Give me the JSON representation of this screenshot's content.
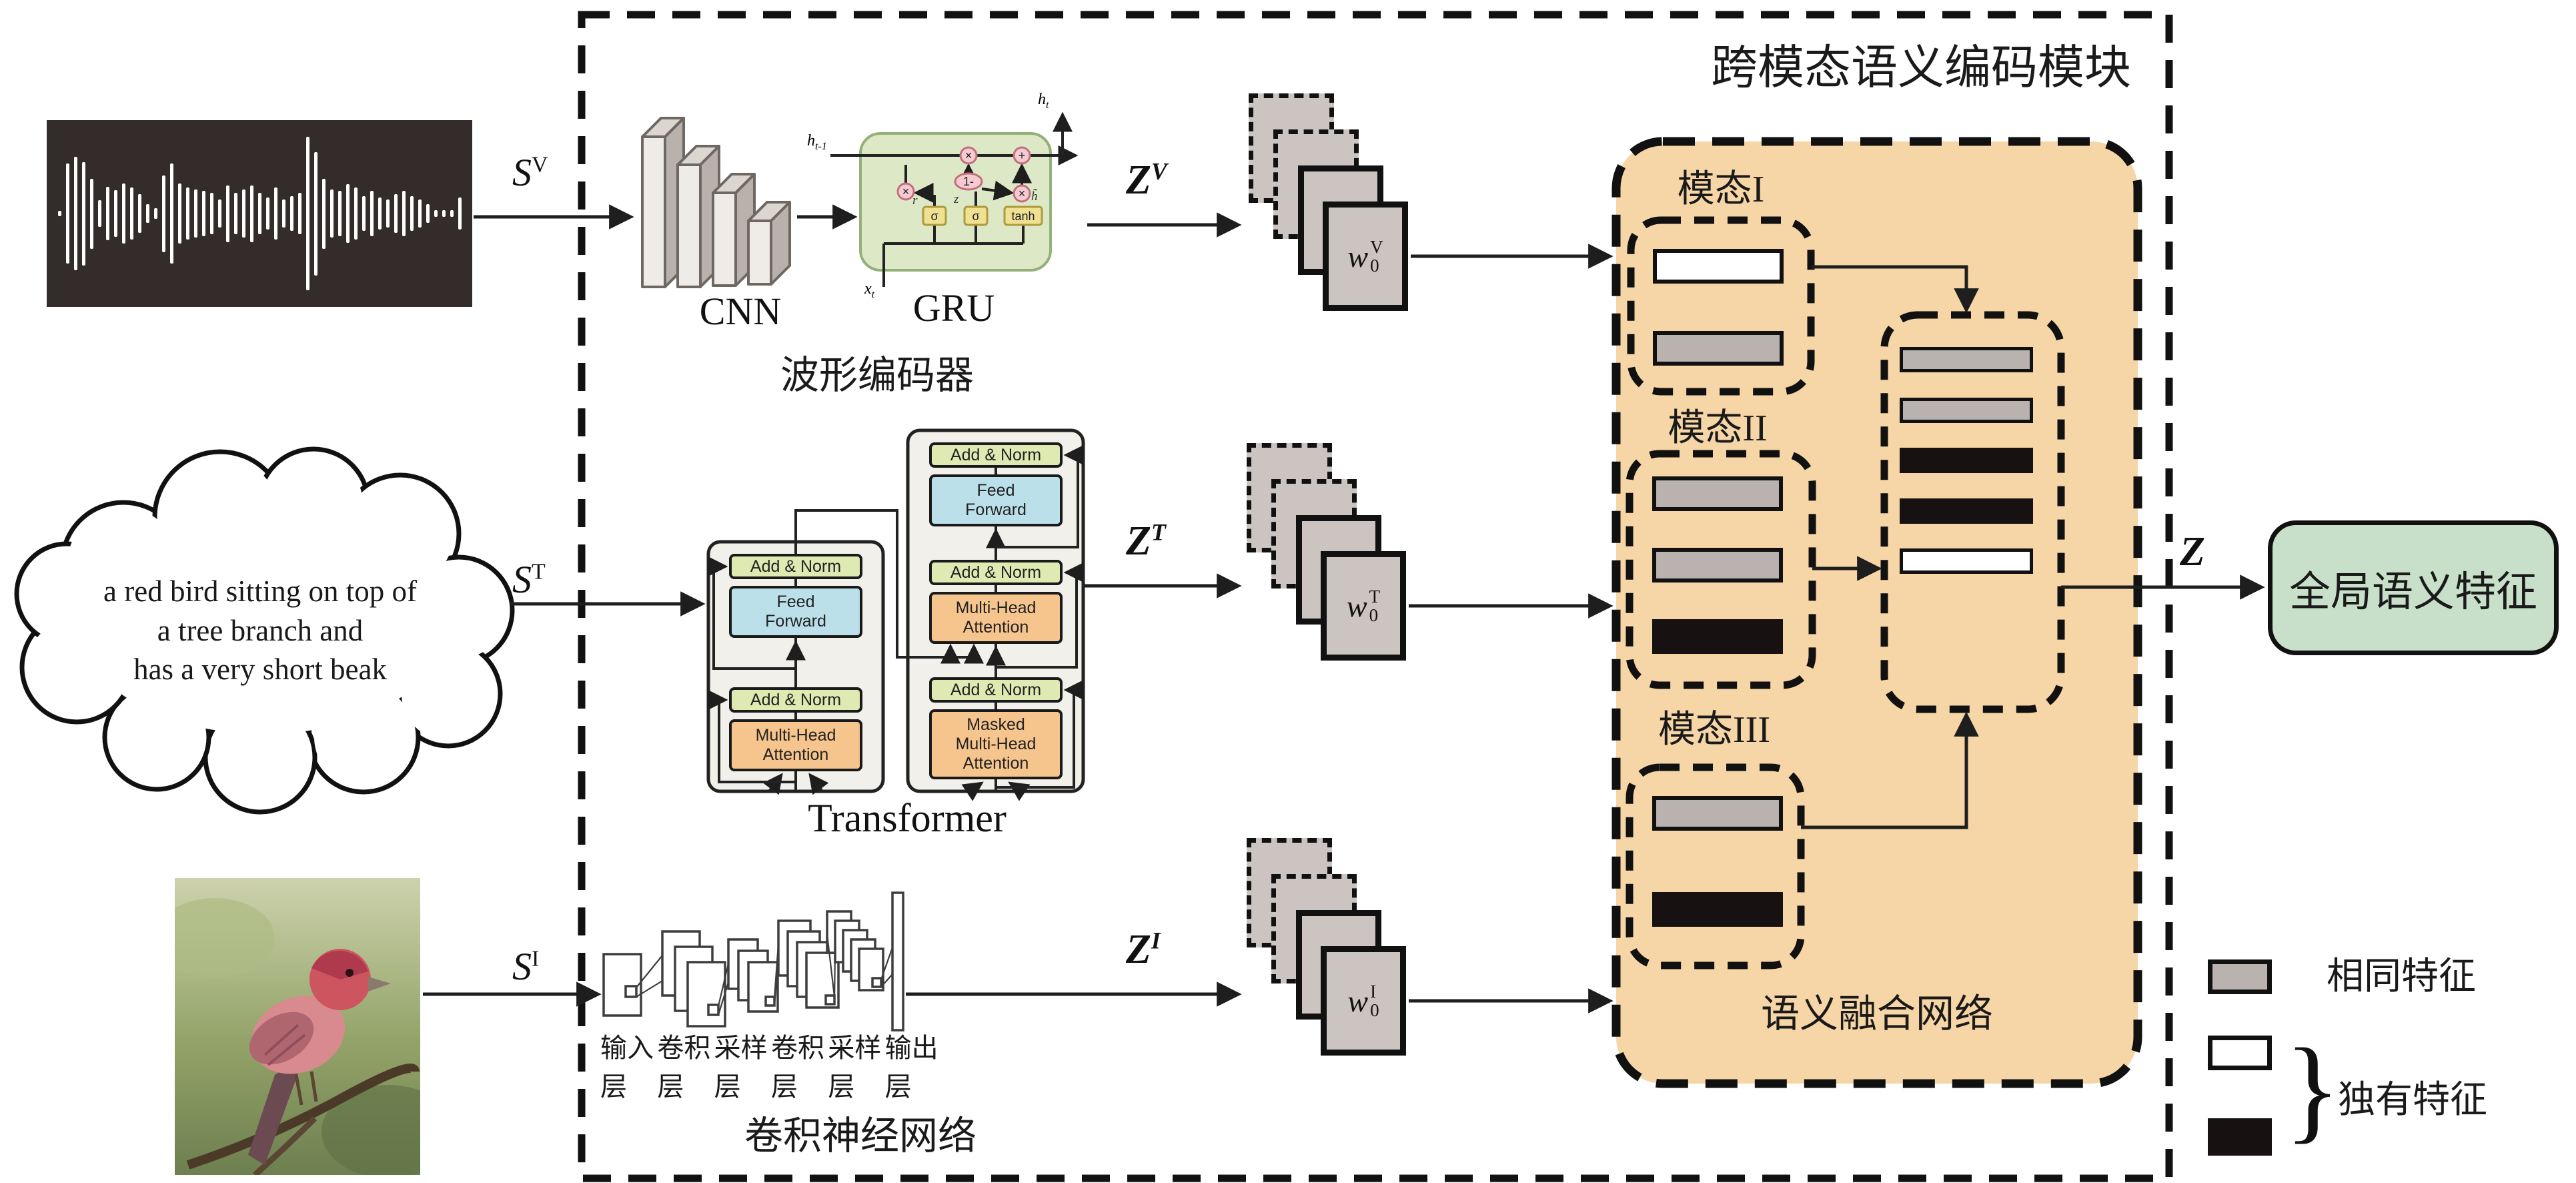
{
  "title": "跨模态语义编码模块",
  "sources": {
    "audio_label": {
      "base": "S",
      "sup": "V"
    },
    "text_label": {
      "base": "S",
      "sup": "T"
    },
    "image_label": {
      "base": "S",
      "sup": "I"
    },
    "text_line1": "a red bird sitting on top of",
    "text_line2": "a tree branch and",
    "text_line3": "has a very short beak"
  },
  "encoders": {
    "cnn": "CNN",
    "gru": "GRU",
    "waveform_encoder": "波形编码器",
    "transformer": "Transformer",
    "cnn_network": "卷积神经网络",
    "layer_labels": [
      "输入层",
      "卷积层",
      "采样层",
      "卷积层",
      "采样层",
      "输出层"
    ],
    "gru_labels": {
      "h_prev_base": "h",
      "h_prev_sub": "t-1",
      "h_t_base": "h",
      "h_t_sub": "t",
      "x_t_base": "x",
      "x_t_sub": "t",
      "r_t": "r",
      "z_t": "z",
      "h_tilde": "h̃",
      "sigma1": "σ",
      "sigma2": "σ",
      "tanh": "tanh",
      "one_minus": "1-",
      "mul": "×",
      "add": "+"
    },
    "blocks": {
      "add_norm": "Add & Norm",
      "feed_forward_1": "Feed",
      "feed_forward_2": "Forward",
      "mha_1": "Multi-Head",
      "mha_2": "Attention",
      "masked": "Masked"
    }
  },
  "features": {
    "zv": {
      "base": "Z",
      "sup": "V"
    },
    "zt": {
      "base": "Z",
      "sup": "T"
    },
    "zi": {
      "base": "Z",
      "sup": "I"
    },
    "z": "Z",
    "wv": {
      "base": "w",
      "sub": "0",
      "sup": "V"
    },
    "wt": {
      "base": "w",
      "sub": "0",
      "sup": "T"
    },
    "wi": {
      "base": "w",
      "sub": "0",
      "sup": "I"
    }
  },
  "fusion": {
    "modality1": "模态I",
    "modality2": "模态II",
    "modality3": "模态III",
    "network_label": "语义融合网络",
    "modality1_bars": [
      "white",
      "gray"
    ],
    "modality2_bars": [
      "gray",
      "gray",
      "black"
    ],
    "modality3_bars": [
      "gray",
      "black"
    ],
    "fused_bars": [
      "gray",
      "gray",
      "black",
      "black",
      "white"
    ]
  },
  "output": {
    "label": "全局语义特征"
  },
  "legend": {
    "same": "相同特征",
    "unique": "独有特征",
    "brace": "}"
  },
  "colors": {
    "panel": "#F6D5A6",
    "gru_box": "#DCE8C6",
    "output_box": "#C8DFC9",
    "add_norm": "#DFE9B2",
    "feed_forward": "#BCE0EA",
    "attention": "#F6C48D",
    "bar_gray": "#B9B2AE",
    "bar_black": "#171111",
    "bar_white": "#FFFFFF"
  }
}
